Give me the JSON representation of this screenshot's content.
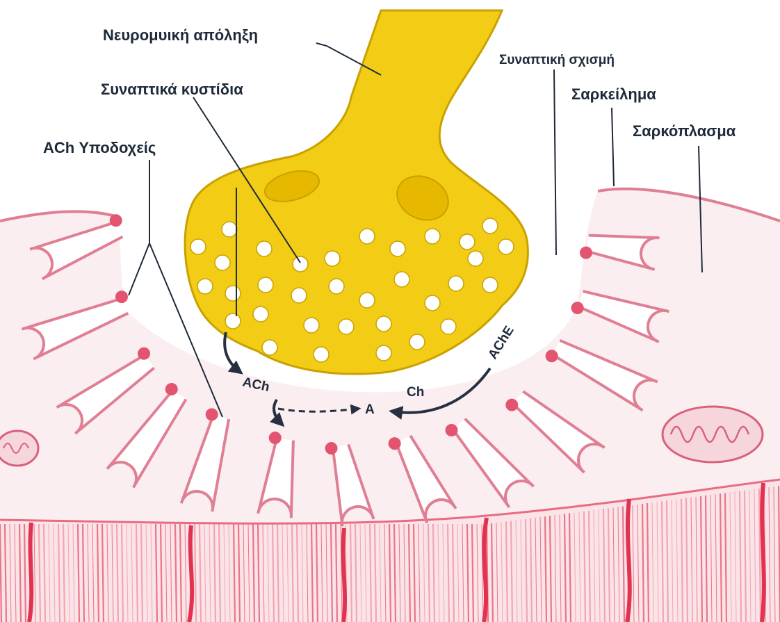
{
  "labels": {
    "neuromuscular_ending": "Νευρομυική απόληξη",
    "synaptic_cleft": "Συναπτική σχισμή",
    "synaptic_vesicles": "Συναπτικά κυστίδια",
    "sarcolemma": "Σαρκείλημα",
    "sarcoplasm": "Σαρκόπλασμα",
    "ach_receptors": "ACh Υποδοχείς",
    "ach": "ACh",
    "a": "A",
    "ch": "Ch",
    "ache": "AChE"
  },
  "colors": {
    "terminal": "#f3cc16",
    "terminal_edge": "#c9a100",
    "sarcoplasm": "#faeef0",
    "membrane": "#e07f93",
    "receptor": "#e2546f",
    "myofibril": "#e65a73",
    "label": "#1e2a3a"
  }
}
